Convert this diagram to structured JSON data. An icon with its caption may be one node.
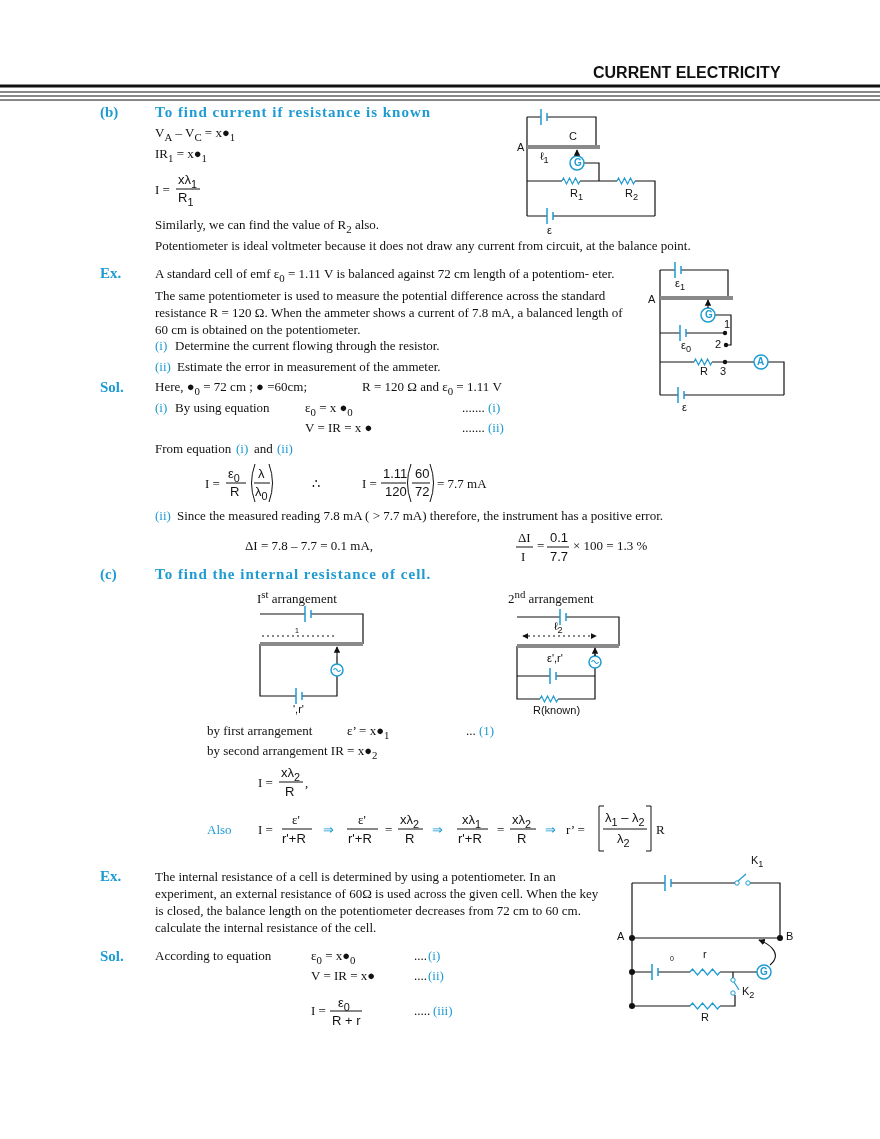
{
  "diagram": {
    "labels": [
      "CURRENT ELECTRICITY",
      "(b)",
      "To find current if resistance is known",
      "V$_{A}$ – V$_{C}$ = x●$_{1}$",
      "IR$_{1}$ = x●$_{1}$",
      "I =",
      "xλ$_{1}$",
      "R$_{1}$",
      "Similarly, we can find the value of R$_{2}$ also.",
      "Potentiometer is ideal voltmeter because it does not draw any current from circuit, at the balance point.",
      "A",
      "C",
      "ℓ$_{1}$",
      "G",
      "R$_{1}$",
      "R$_{2}$",
      "ε",
      "Ex.",
      "A standard cell of emf ε$_{0}$ = 1.11 V is balanced against 72 cm length of a potentiom- eter. The same potentiometer is used to measure the potential difference across the standard resistance R = 120 Ω. When the ammeter shows a current of 7.8 mA, a balanced length of 60 cm is obtained on the potentiometer.",
      "(i)",
      "Determine the current flowing through the resistor.",
      "(ii)",
      "Estimate the error in measurement of the ammeter.",
      "Sol.",
      "Here, ●$_{0}$ = 72 cm ; ● =60cm;",
      "R = 120 Ω and ε$_{0}$ = 1.11 V",
      "(i)",
      "By using equation",
      "ε$_{0}$ = x ●$_{0}$",
      ".......",
      "(i)",
      "V = IR = x ●",
      ".......",
      "(ii)",
      "From equation",
      "(i)",
      "and",
      "(ii)",
      "I =",
      "ε$_{0}$",
      "R",
      "λ",
      "λ$_{0}$",
      "∴",
      "I =",
      "1.11",
      "120",
      "60",
      "72",
      "= 7.7 mA",
      "(ii)",
      "Since the measured reading 7.8 mA ( > 7.7 mA) therefore, the instrument has a positive error.",
      "ΔI = 7.8 – 7.7 = 0.1 mA,",
      "ΔI",
      "I",
      "=",
      "0.1",
      "7.7",
      "× 100 = 1.3 %",
      "ε$_{1}$",
      "A",
      "G",
      "1",
      "ε$_{0}$",
      "2",
      "R",
      "3",
      "A",
      "ε",
      "(c)",
      "To find the internal resistance of cell.",
      "I$^{st}$ arrangement",
      "2$^{nd}$ arrangement",
      "1",
      "',r'",
      "ℓ$_{2}$",
      "ε',r'",
      "R(known)",
      "by first arrangement",
      "ε’ = x●$_{1}$",
      "...",
      "(1)",
      "by second arrangement IR = x●$_{2}$",
      "I =",
      "xλ$_{2}$",
      "R",
      ",",
      "Also",
      "I =",
      "ε'",
      "r'+R",
      "⇒",
      "ε'",
      "r'+R",
      "=",
      "xλ$_{2}$",
      "R",
      "⇒",
      "xλ$_{1}$",
      "r'+R",
      "=",
      "xλ$_{2}$",
      "R",
      "⇒",
      "r’ =",
      "λ$_{1}$ – λ$_{2}$",
      "λ$_{2}$",
      "R",
      "Ex.",
      "The internal resistance of a cell is determined by using a potentiometer. In an experiment, an external resistance of 60Ω is used across the given cell. When the key is closed, the balance length on the potentiometer decreases from 72 cm to 60 cm. calculate the internal resistance of the cell.",
      "Sol.",
      "According to equation",
      "ε$_{0}$ = x●$_{0}$",
      "....",
      "(i)",
      "V = IR = x●",
      "....",
      "(ii)",
      "I =",
      "ε$_{0}$",
      "R + r",
      ".....",
      "(iii)",
      "K$_{1}$",
      "A",
      "B",
      "0",
      "r",
      "G",
      "K$_{2}$",
      "R"
    ]
  }
}
